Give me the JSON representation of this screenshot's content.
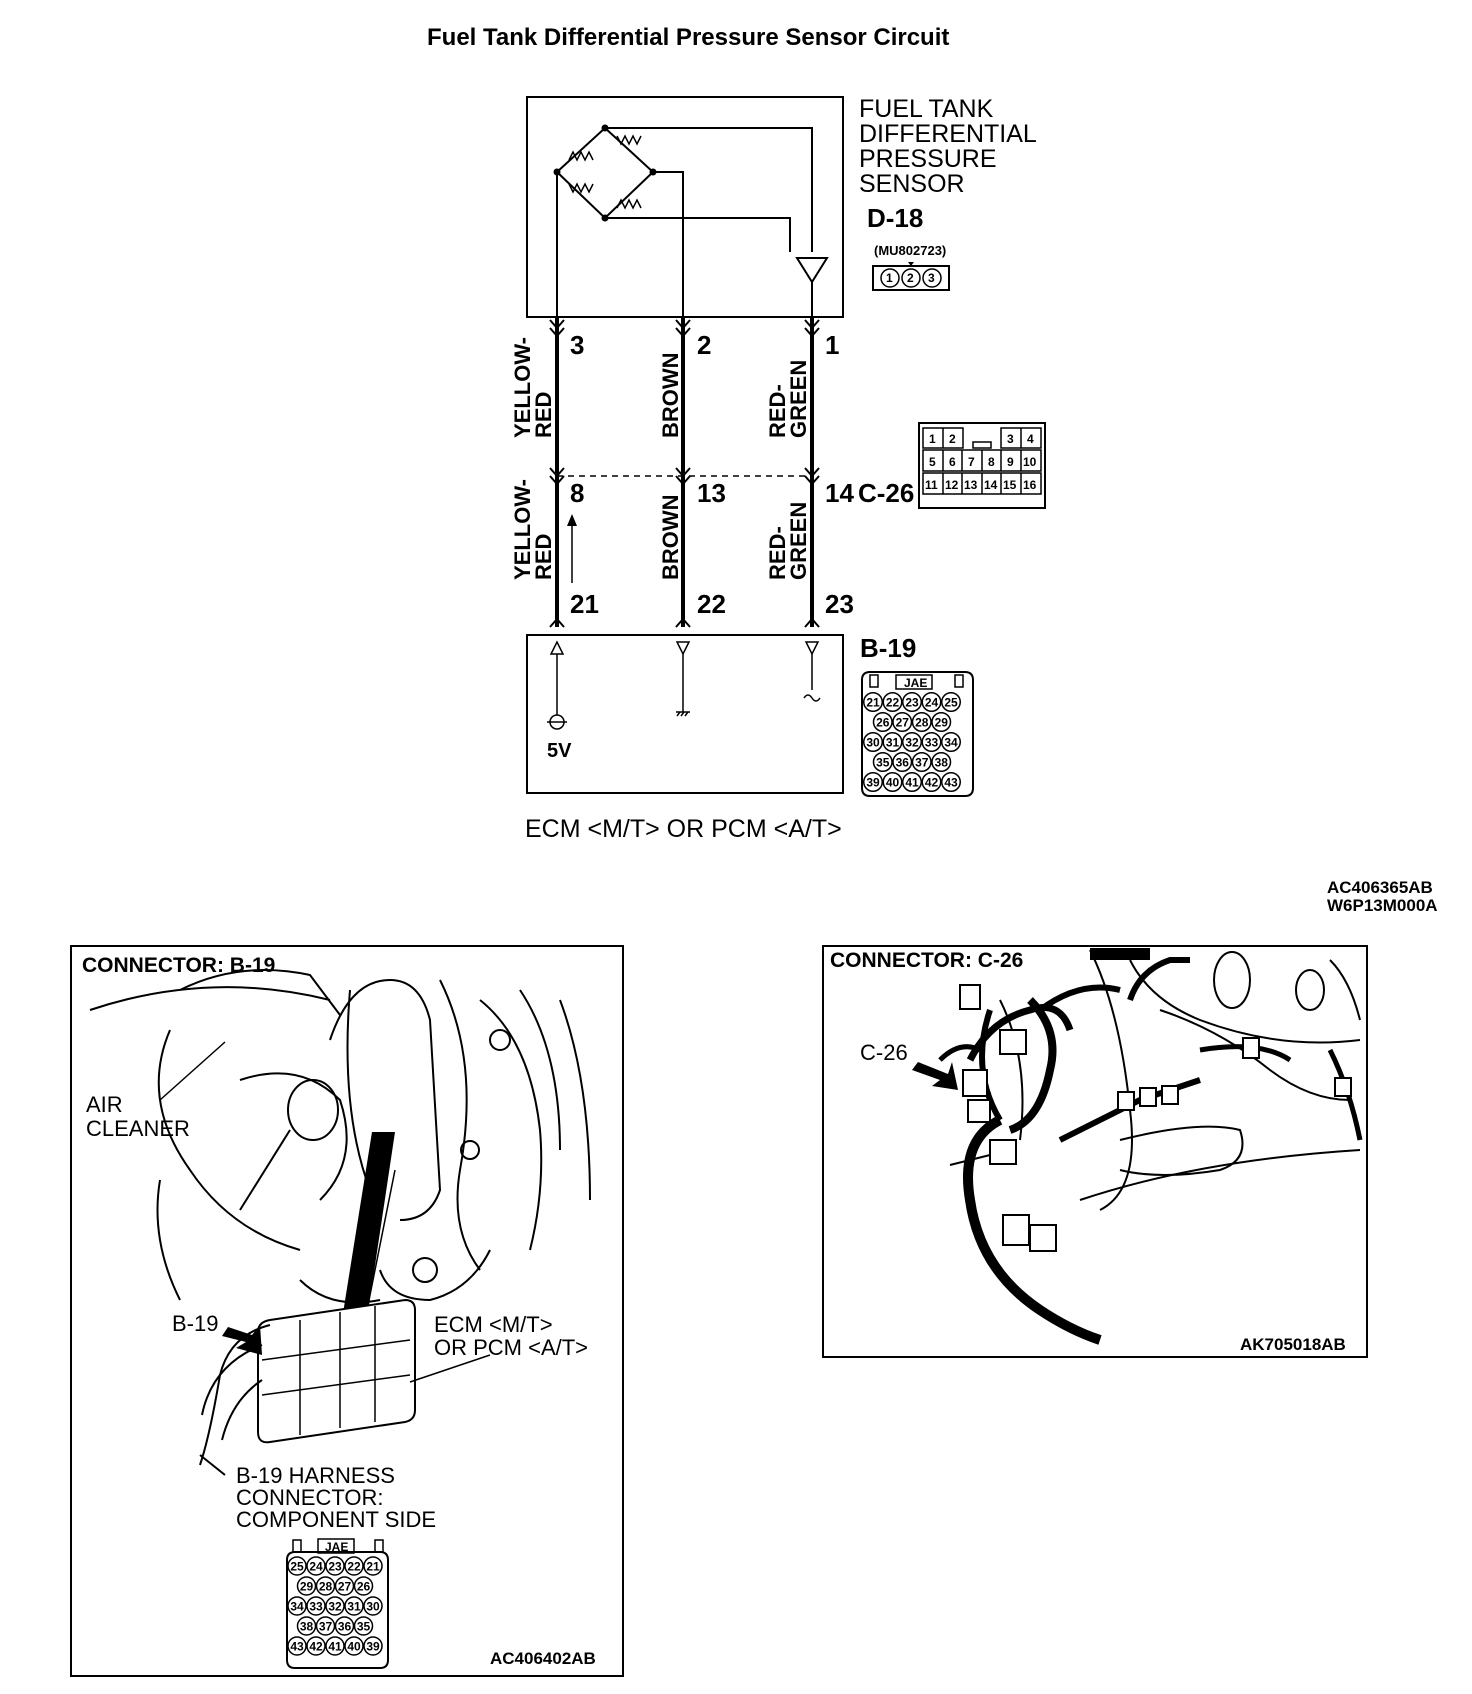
{
  "title": "Fuel Tank Differential Pressure Sensor Circuit",
  "sensor": {
    "name_lines": [
      "FUEL TANK",
      "DIFFERENTIAL",
      "PRESSURE",
      "SENSOR"
    ],
    "connector_id": "D-18",
    "part_no": "(MU802723)",
    "pins": [
      "1",
      "2",
      "3"
    ]
  },
  "wires": [
    {
      "color": "YELLOW-RED",
      "color_line1": "YELLOW-",
      "color_line2": "RED",
      "sensor_pin": "3",
      "c26_pin": "8",
      "ecm_pin": "21"
    },
    {
      "color": "BROWN",
      "color_line1": "BROWN",
      "color_line2": "",
      "sensor_pin": "2",
      "c26_pin": "13",
      "ecm_pin": "22"
    },
    {
      "color": "RED-GREEN",
      "color_line1": "RED-",
      "color_line2": "GREEN",
      "sensor_pin": "1",
      "c26_pin": "14",
      "ecm_pin": "23"
    }
  ],
  "c26": {
    "id": "C-26",
    "rows": [
      [
        "1",
        "2",
        "3",
        "4"
      ],
      [
        "5",
        "6",
        "7",
        "8",
        "9",
        "10"
      ],
      [
        "11",
        "12",
        "13",
        "14",
        "15",
        "16"
      ]
    ]
  },
  "ecm": {
    "connector_id": "B-19",
    "maker": "JAE",
    "voltage": "5V",
    "label": "ECM <M/T> OR PCM <A/T>",
    "rows": [
      [
        "21",
        "22",
        "23",
        "24",
        "25"
      ],
      [
        "26",
        "27",
        "28",
        "29"
      ],
      [
        "30",
        "31",
        "32",
        "33",
        "34"
      ],
      [
        "35",
        "36",
        "37",
        "38"
      ],
      [
        "39",
        "40",
        "41",
        "42",
        "43"
      ]
    ]
  },
  "codes": {
    "diagram": "AC406365AB",
    "sub": "W6P13M000A"
  },
  "panel_b19": {
    "heading": "CONNECTOR: B-19",
    "air_cleaner_line1": "AIR",
    "air_cleaner_line2": "CLEANER",
    "b19_callout": "B-19",
    "ecm_line1": "ECM <M/T>",
    "ecm_line2": "OR PCM <A/T>",
    "harness_line1": "B-19 HARNESS",
    "harness_line2": "CONNECTOR:",
    "harness_line3": "COMPONENT SIDE",
    "maker": "JAE",
    "rows": [
      [
        "25",
        "24",
        "23",
        "22",
        "21"
      ],
      [
        "29",
        "28",
        "27",
        "26"
      ],
      [
        "34",
        "33",
        "32",
        "31",
        "30"
      ],
      [
        "38",
        "37",
        "36",
        "35"
      ],
      [
        "43",
        "42",
        "41",
        "40",
        "39"
      ]
    ],
    "code": "AC406402AB"
  },
  "panel_c26": {
    "heading": "CONNECTOR: C-26",
    "c26_callout": "C-26",
    "code": "AK705018AB"
  }
}
